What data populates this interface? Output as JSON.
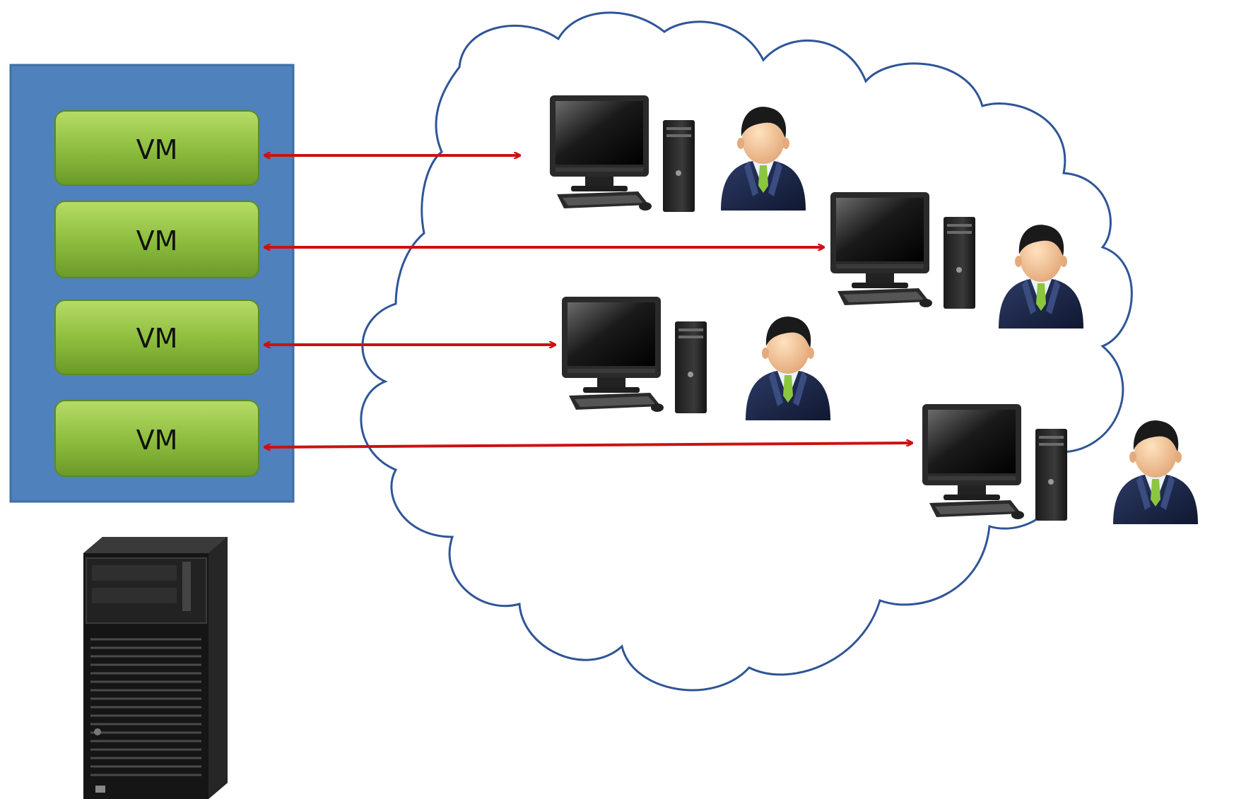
{
  "vm_box": {
    "fill": "#4f81bd",
    "border": "#3f6fa3"
  },
  "vm_blocks": [
    {
      "label": "VM"
    },
    {
      "label": "VM"
    },
    {
      "label": "VM"
    },
    {
      "label": "VM"
    }
  ],
  "vm_colors": {
    "top": "#a9d356",
    "bottom": "#6e9e2b",
    "border": "#5d8a22"
  },
  "arrow_color": "#cc1111",
  "cloud_stroke": "#2f5597",
  "icons": {
    "server": "server-tower-icon",
    "workstation": "desktop-computer-icon",
    "user": "business-user-icon"
  }
}
